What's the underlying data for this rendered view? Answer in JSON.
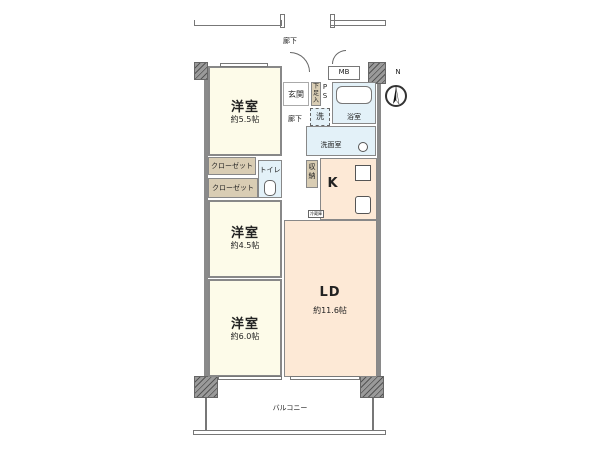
{
  "floorplan": {
    "corridor_label": "廊下",
    "balcony_label": "バルコニー",
    "compass": {
      "north_label": "N"
    },
    "rooms": {
      "western1": {
        "name": "洋室",
        "size": "約5.5帖"
      },
      "western2": {
        "name": "洋室",
        "size": "約4.5帖"
      },
      "western3": {
        "name": "洋室",
        "size": "約6.0帖"
      },
      "ld": {
        "name": "LD",
        "size": "約11.6帖"
      },
      "kitchen": {
        "name": "K"
      },
      "entrance": {
        "name": "玄関"
      },
      "hallway": {
        "name": "廊下"
      },
      "washroom": {
        "name": "洗面室"
      },
      "bath": {
        "name": "浴室"
      },
      "toilet": {
        "name": "トイレ"
      },
      "closet1": {
        "name": "クローゼット"
      },
      "closet2": {
        "name": "クローゼット"
      },
      "storage": {
        "name": "収納"
      },
      "shoe_box": {
        "name": "下足入"
      },
      "ps": {
        "name": "PS"
      },
      "mb": {
        "name": "MB"
      },
      "washer": {
        "name": "洗"
      },
      "fridge": {
        "name": "冷蔵庫"
      }
    },
    "colors": {
      "western": "#fdfbe9",
      "ld": "#fde9d6",
      "wet": "#e3f1f8",
      "closet": "#d9cdb4",
      "wall": "#8a8a8a"
    }
  }
}
